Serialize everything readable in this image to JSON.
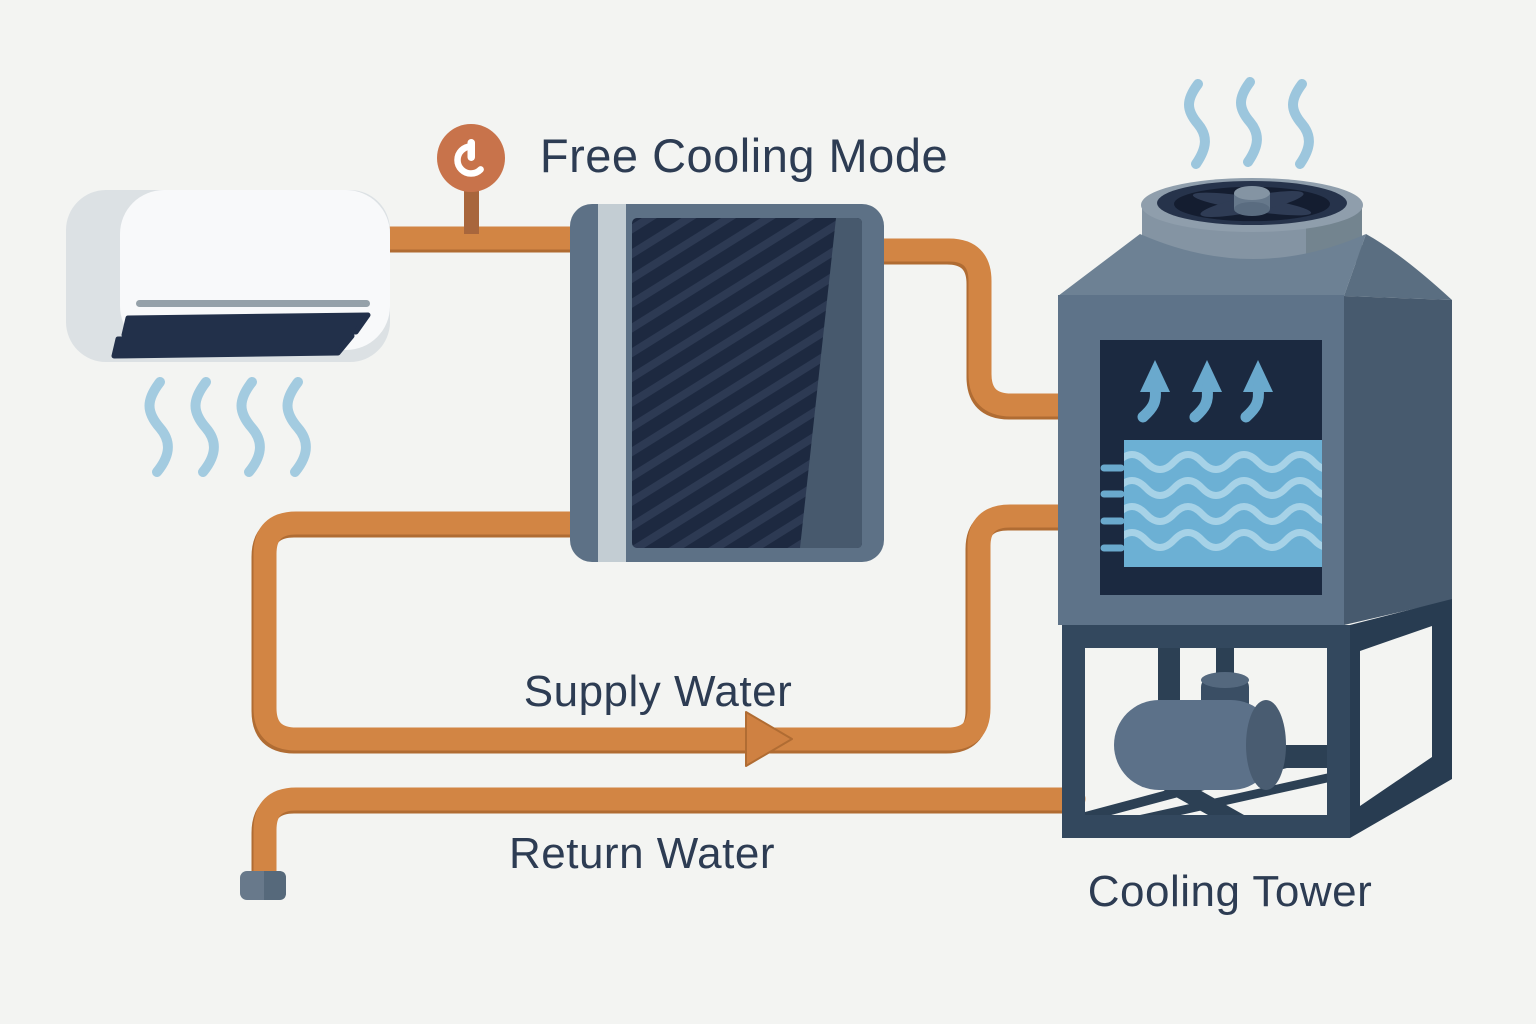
{
  "title": "Free Cooling Mode",
  "labels": {
    "supply_water": "Supply Water",
    "return_water": "Return Water",
    "cooling_tower": "Cooling Tower"
  },
  "icons": {
    "power_button": "power-icon",
    "ac_unit": "air-conditioner-unit",
    "cool_air": "cool-air-waves-icon",
    "heat_exchanger": "plate-heat-exchanger",
    "flow_arrow": "right-flow-arrow-icon",
    "steam": "steam-waves-icon",
    "fan": "fan-icon",
    "heat_rise_arrows": "up-arrows-icon",
    "water": "water-waves-icon",
    "pump": "pump-icon",
    "pipe_end_cap": "pipe-cap"
  },
  "palette": {
    "background": "#f3f4f2",
    "text": "#2d3c53",
    "pipe": "#d28544",
    "pipe_shade": "#b06c33",
    "power_button": "#c8734b",
    "dark_navy": "#1d2940",
    "window_navy": "#1b2940",
    "steel_blue": "#5e7389",
    "steel_blue_dark": "#475a6e",
    "frame_navy": "#33485e",
    "water_blue": "#6cb0d4",
    "pale_blue": "#a6d2e7",
    "arrow_blue": "#6aa9cd",
    "ac_white": "#f8f9fa"
  }
}
